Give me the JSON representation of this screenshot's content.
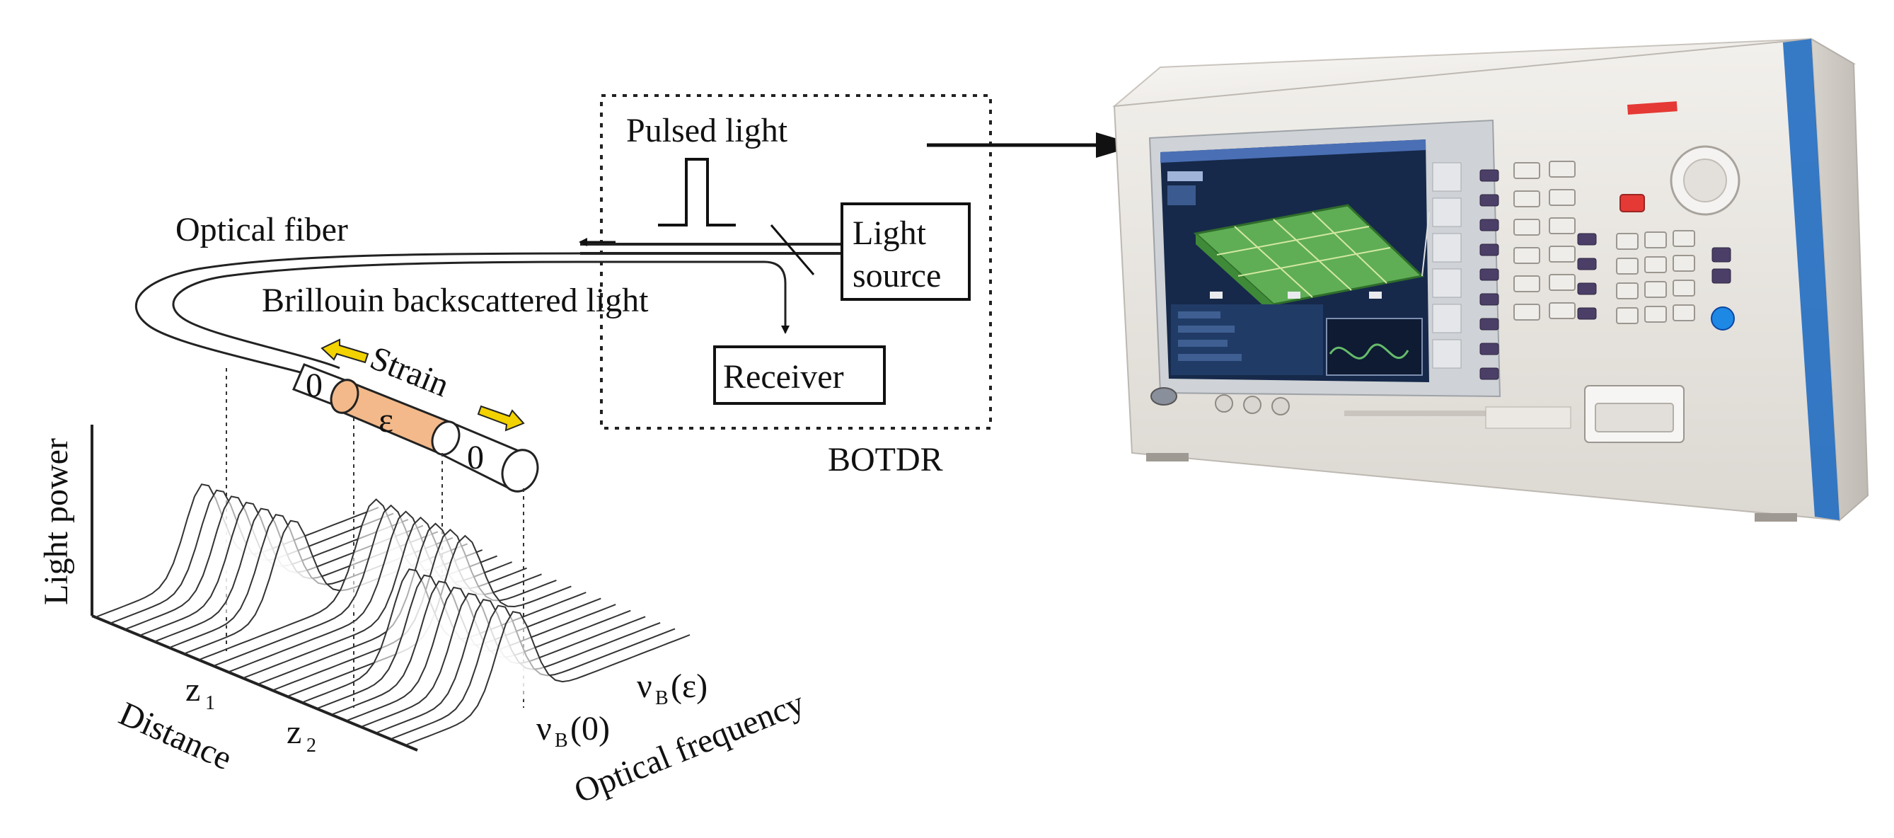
{
  "labels": {
    "pulsed_light": "Pulsed light",
    "optical_fiber": "Optical fiber",
    "light_source_line1": "Light",
    "light_source_line2": "source",
    "brillouin": "Brillouin backscattered light",
    "receiver": "Receiver",
    "botdr": "BOTDR",
    "strain": "Strain",
    "zero_left": "0",
    "zero_right": "0",
    "epsilon": "ε",
    "light_power": "Light power",
    "distance": "Distance",
    "optical_frequency": "Optical frequency",
    "z1": "z",
    "z1_sub": "1",
    "z2": "z",
    "z2_sub": "2",
    "nu_b_eps": "ν",
    "nu_b_eps_sub": "B",
    "nu_b_eps_arg": "(ε)",
    "nu_b_0": "ν",
    "nu_b_0_sub": "B",
    "nu_b_0_arg": "(0)"
  },
  "colors": {
    "strain_segment": "#f3b98a",
    "strain_arrow": "#f2d200",
    "instrument_body": "#e9e6e1",
    "instrument_screen": "#16294a",
    "screen_plot": "#5fae55",
    "accent_stripe": "#1565c0",
    "power_led": "#e53935"
  }
}
